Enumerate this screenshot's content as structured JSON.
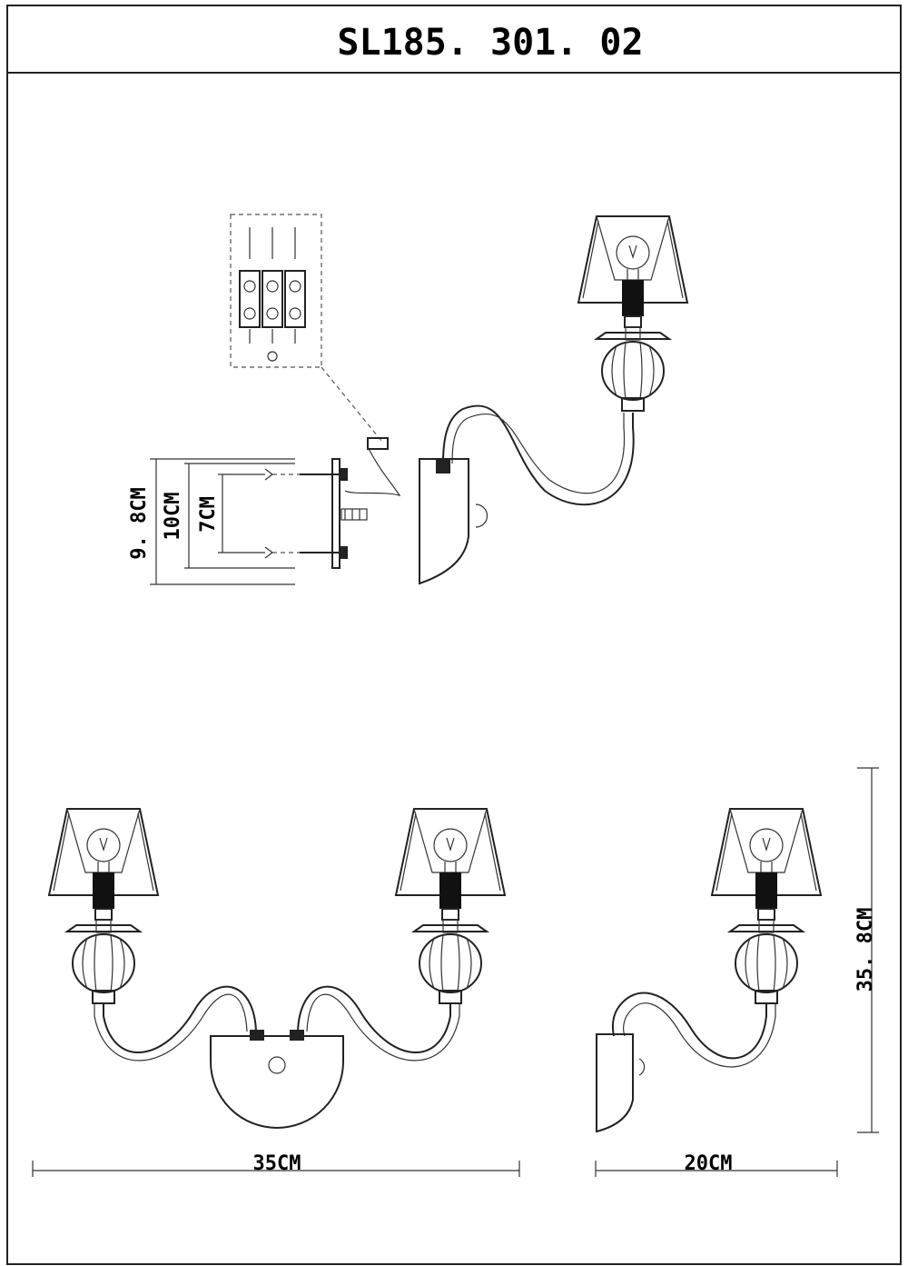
{
  "header": {
    "model": "SL185. 301. 02"
  },
  "dimensions": {
    "mount_height_outer": "9. 8CM",
    "mount_height_middle": "10CM",
    "mount_height_inner": "7CM",
    "total_height": "35. 8CM",
    "width": "35CM",
    "depth": "20CM"
  }
}
